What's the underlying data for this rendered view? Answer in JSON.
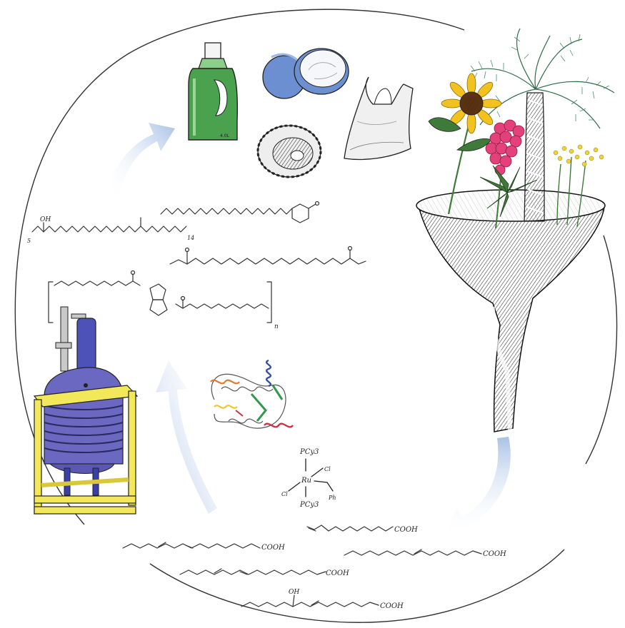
{
  "labels": {
    "bottle_volume": "4.0L",
    "catalyst_ligand_top": "PCy3",
    "catalyst_ligand_bottom": "PCy3",
    "catalyst_metal": "Ru",
    "catalyst_cl_upper": "Cl",
    "catalyst_cl_lower": "Cl",
    "catalyst_ph": "Ph",
    "acid_1": "COOH",
    "acid_2": "COOH",
    "acid_3": "COOH",
    "acid_4": "COOH",
    "acid_5": "COOH",
    "hydroxyl_1": "OH",
    "hydroxyl_2": "OH",
    "subscript_5": "5",
    "subscript_14": "14",
    "subscript_n": "n"
  },
  "colors": {
    "circle": "#333333",
    "arrow": "#a9c2e6",
    "bottle": "#4aa24f",
    "jar": "#6b8fd0",
    "reactor": "#6a68c0",
    "frame": "#f2e85a",
    "rapeseed": "#e4407a",
    "sunflower": "#f2c21e",
    "leaf": "#3f7a3a"
  },
  "icons": [
    "detergent-bottle-icon",
    "cream-jar-icon",
    "gear-icon",
    "plastic-bag-icon",
    "funnel-icon",
    "palm-tree-icon",
    "sunflower-icon",
    "castor-plant-icon",
    "rapeseed-icon",
    "enzyme-icon",
    "reactor-icon",
    "recycle-arrow-icon"
  ]
}
